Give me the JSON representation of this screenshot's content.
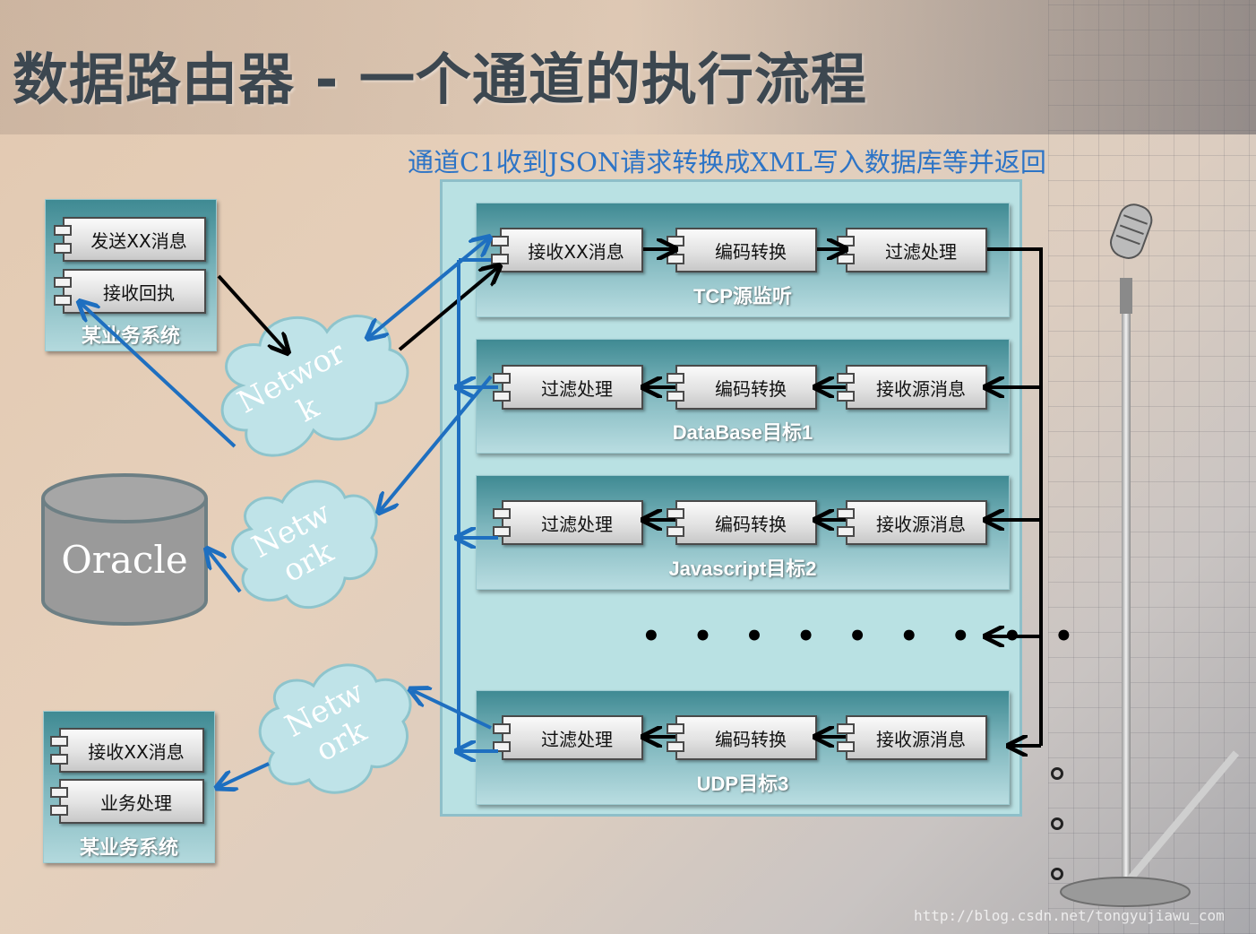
{
  "title": "数据路由器 - 一个通道的执行流程",
  "subtitle": "通道C1收到JSON请求转换成XML写入数据库等并返回",
  "left_systems": {
    "top": {
      "title": "某业务系统",
      "components": [
        "发送XX消息",
        "接收回执"
      ]
    },
    "bottom": {
      "title": "某业务系统",
      "components": [
        "接收XX消息",
        "业务处理"
      ]
    }
  },
  "oracle": {
    "label": "Oracle"
  },
  "networks": {
    "n1": [
      "Networ",
      "k"
    ],
    "n2": [
      "Netw",
      "ork"
    ],
    "n3": [
      "Netw",
      "ork"
    ]
  },
  "panels": [
    {
      "title": "TCP源监听",
      "components": [
        "接收XX消息",
        "编码转换",
        "过滤处理"
      ]
    },
    {
      "title": "DataBase目标1",
      "components": [
        "过滤处理",
        "编码转换",
        "接收源消息"
      ]
    },
    {
      "title": "Javascript目标2",
      "components": [
        "过滤处理",
        "编码转换",
        "接收源消息"
      ]
    },
    {
      "title": "UDP目标3",
      "components": [
        "过滤处理",
        "编码转换",
        "接收源消息"
      ]
    }
  ],
  "ellipsis": "• • • • • • • • •",
  "watermark": "http://blog.csdn.net/tongyujiawu_com",
  "colors": {
    "title_text": "#3c4750",
    "subtitle_text": "#2d74c6",
    "channel_fill": "#b9e1e3",
    "panel_header": "#3f8a93",
    "blue_arrow": "#1e6fc0",
    "black_arrow": "#000000",
    "cloud_fill": "#bfe3e8",
    "oracle_fill": "#9a9a9a"
  }
}
